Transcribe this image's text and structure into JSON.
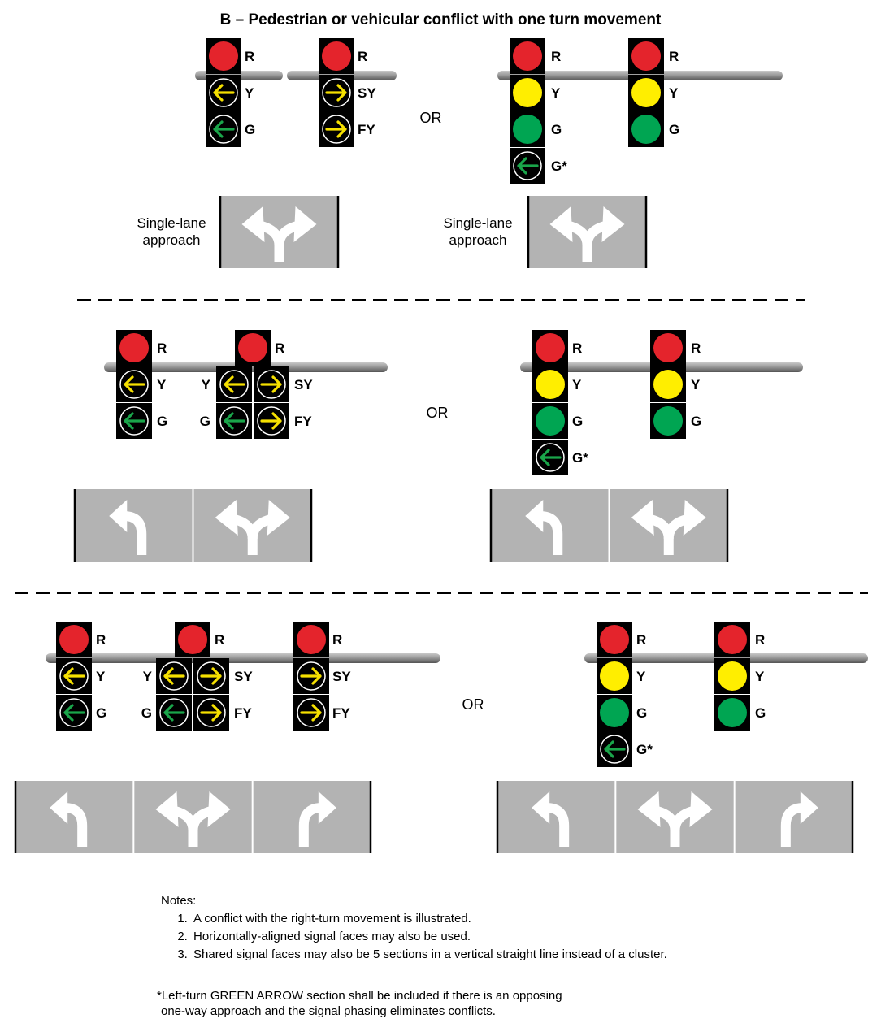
{
  "title": "B – Pedestrian or vehicular conflict with one turn movement",
  "or_label": "OR",
  "approach_label": {
    "line1": "Single-lane",
    "line2": "approach"
  },
  "signal_labels": {
    "red": "R",
    "yellow": "Y",
    "green": "G",
    "steady_yellow": "SY",
    "flashing_yellow": "FY",
    "green_star": "G*"
  },
  "lane_arrow_types": [
    "left",
    "left-right",
    "right"
  ],
  "icons": {
    "red_ball": "red-ball-icon",
    "yellow_ball": "yellow-ball-icon",
    "green_ball": "green-ball-icon",
    "left_arrow": "left-arrow-icon",
    "right_arrow": "right-arrow-icon"
  },
  "colors": {
    "red": "#e4242c",
    "yellow": "#ffee00",
    "green": "#00a552",
    "arrow_yellow": "#f5e000",
    "arrow_green": "#1aa54a",
    "housing": "#000000",
    "pavement": "#b3b3b3",
    "pole": "#8c8c8c"
  },
  "notes": {
    "heading": "Notes:",
    "items": [
      "A conflict with the right-turn movement is illustrated.",
      "Horizontally-aligned signal faces may also be used.",
      "Shared signal faces may also be 5 sections in a vertical straight line instead of a cluster."
    ]
  },
  "footnote": {
    "line1": "*Left-turn GREEN ARROW section shall be included if there is an opposing",
    "line2": "one-way approach and the signal phasing eliminates conflicts."
  }
}
